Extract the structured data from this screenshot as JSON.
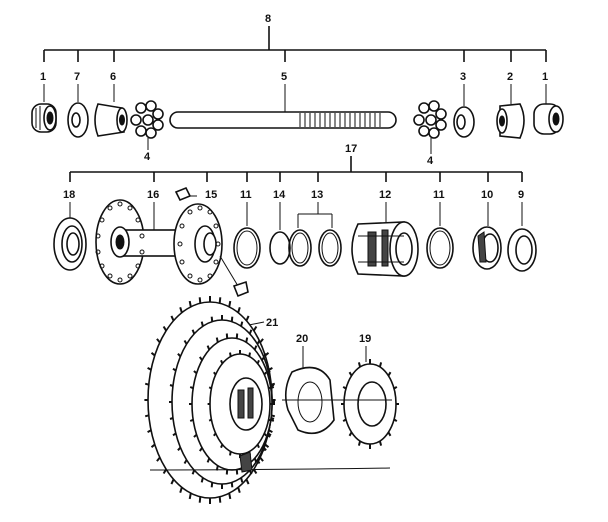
{
  "labels": {
    "l8": "8",
    "l1a": "1",
    "l7": "7",
    "l6": "6",
    "l5": "5",
    "l3": "3",
    "l2": "2",
    "l1b": "1",
    "l4a": "4",
    "l4b": "4",
    "l17": "17",
    "l18": "18",
    "l16": "16",
    "l15": "15",
    "l11a": "11",
    "l14": "14",
    "l13": "13",
    "l12": "12",
    "l11b": "11",
    "l10": "10",
    "l9": "9",
    "l21": "21",
    "l20": "20",
    "l19": "19"
  },
  "colors": {
    "ink": "#111111",
    "paper": "#ffffff"
  }
}
